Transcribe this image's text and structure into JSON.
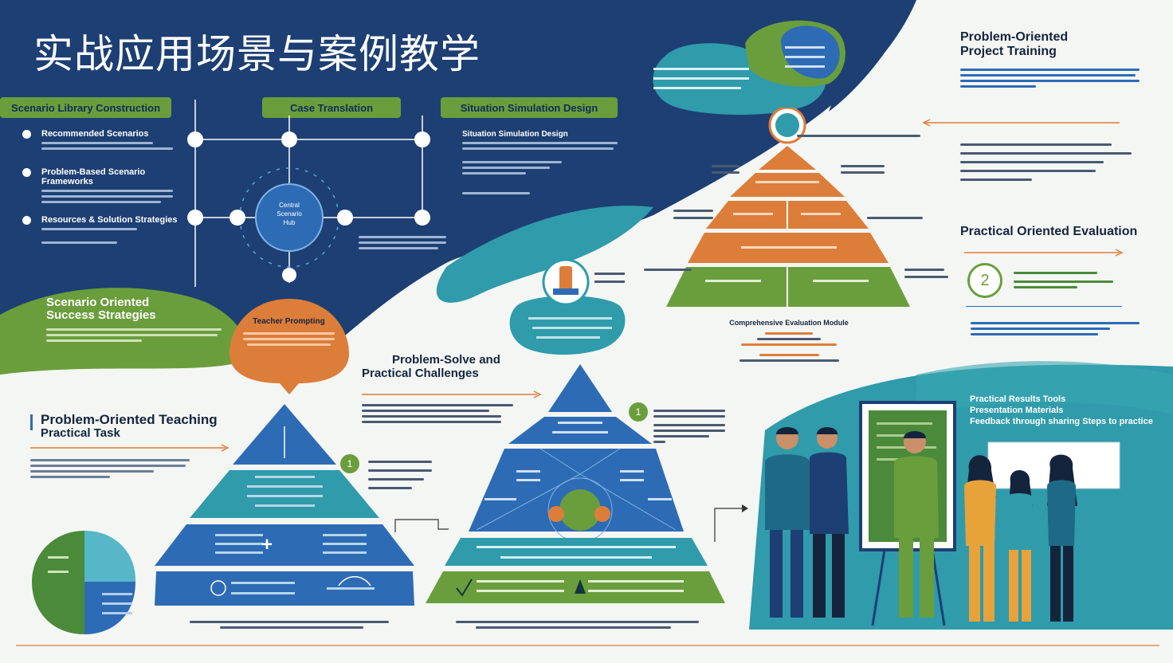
{
  "title": "实战应用场景与案例教学",
  "top_pills": [
    "Scenario Library Construction",
    "Case Translation",
    "Situation Simulation Design"
  ],
  "left_bullets": [
    "Recommended Scenarios",
    "Problem-Based Scenario Frameworks",
    "Resources & Solution Strategies"
  ],
  "left_green": {
    "title_line1": "Scenario Oriented",
    "title_line2": "Success Strategies"
  },
  "orange_bubble": {
    "title": "Teacher Prompting"
  },
  "center_hub": {
    "lines": [
      "Central",
      "Scenario",
      "Hub"
    ]
  },
  "situation_notes": {
    "heading": "Situation Simulation Design"
  },
  "problem_teaching": {
    "line1": "Problem-Oriented Teaching",
    "line2": "Practical Task"
  },
  "problem_solve": {
    "line1": "Problem-Solve and",
    "line2": "Practical Challenges"
  },
  "project_training": {
    "line1": "Problem-Oriented",
    "line2": "Project Training"
  },
  "practical_eval": {
    "title": "Practical Oriented Evaluation",
    "badge": "2"
  },
  "comprehensive": {
    "title": "Comprehensive Evaluation Module"
  },
  "practical_results": {
    "line1": "Practical Results Tools",
    "line2": "Presentation Materials",
    "line3": "Feedback through sharing Steps to practice"
  },
  "step_badges": [
    "1",
    "1"
  ],
  "colors": {
    "navy": "#1d3f73",
    "green": "#6a9e3c",
    "teal": "#2f9bab",
    "orange": "#dd7d3a",
    "blue": "#2e6bb5"
  }
}
